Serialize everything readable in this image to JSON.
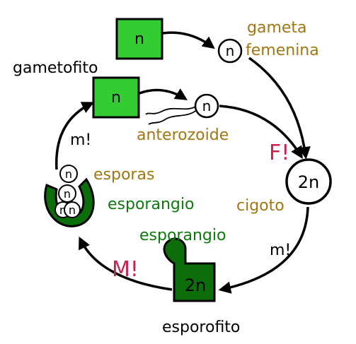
{
  "labels": {
    "gametofito": "gametofito",
    "gameta_femenina_1": "gameta",
    "gameta_femenina_2": "femenina",
    "anterozoide": "anterozoide",
    "fecundacion": "F!",
    "cigoto": "cigoto",
    "mitosis_1": "m!",
    "mitosis_2": "m!",
    "meiosis": "M!",
    "esporas": "esporas",
    "esporangio_1": "esporangio",
    "esporangio_2": "esporangio",
    "esporofito": "esporofito"
  },
  "nodes": {
    "haploid": "n",
    "diploid": "2n"
  },
  "colors": {
    "gametophyte_green": "#33cc33",
    "sporophyte_green": "#0b6e0b",
    "label_brown": "#a07712",
    "label_green": "#0d7a0d",
    "label_red": "#c8234f"
  }
}
